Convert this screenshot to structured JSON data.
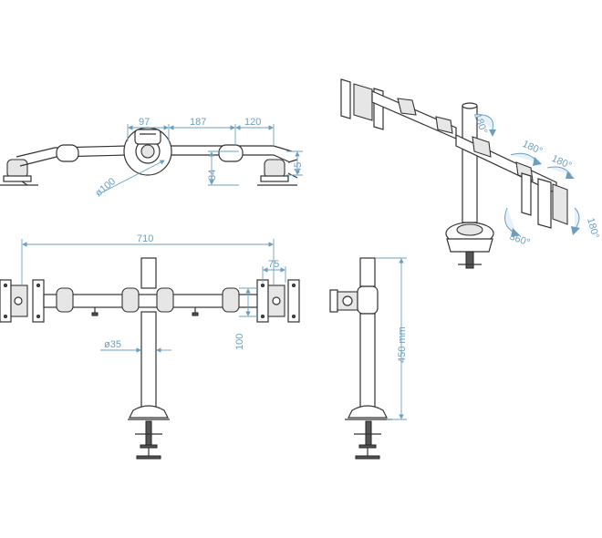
{
  "colors": {
    "line": "#333333",
    "dimension": "#6b9fc2",
    "background": "#ffffff"
  },
  "top_view": {
    "dim_97": "97",
    "dim_187": "187",
    "dim_120": "120",
    "dim_84": "84",
    "dim_45": "45",
    "dim_dia100": "ø100"
  },
  "front_view": {
    "dim_710": "710",
    "dim_75": "75",
    "dim_100": "100",
    "dim_dia35": "ø35"
  },
  "side_view": {
    "dim_450": "450 mm"
  },
  "perspective_view": {
    "rot_1": "180°",
    "rot_2": "180°",
    "rot_3": "180°",
    "rot_4": "180°",
    "rot_5": "360°"
  }
}
